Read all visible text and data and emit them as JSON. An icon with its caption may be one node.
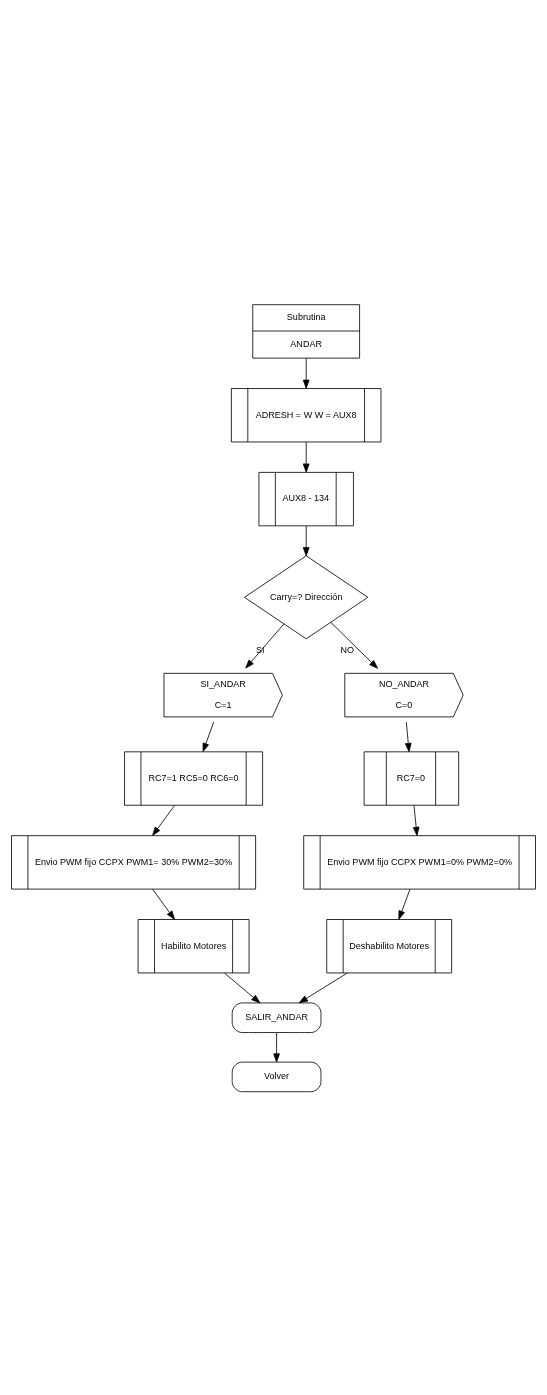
{
  "diagram": {
    "nodes": [
      {
        "text": [
          "Subrutina",
          "ANDAR"
        ]
      },
      {
        "text": [
          "ADRESH = W W = AUX8"
        ]
      },
      {
        "text": [
          "AUX8 - 134"
        ]
      },
      {
        "text": [
          "Carry=? Dirección"
        ]
      },
      {
        "text": [
          "SI_ANDAR",
          "C=1"
        ]
      },
      {
        "text": [
          "NO_ANDAR",
          "C=0"
        ]
      },
      {
        "text": [
          "RC7=1 RC5=0 RC6=0"
        ]
      },
      {
        "text": [
          "RC7=0"
        ]
      },
      {
        "text": [
          "Envio PWM fijo CCPX PWM1= 30% PWM2=30%"
        ]
      },
      {
        "text": [
          "Envio PWM fijo CCPX PWM1=0% PWM2=0%"
        ]
      },
      {
        "text": [
          "Habilito Motores"
        ]
      },
      {
        "text": [
          "Deshabilito Motores"
        ]
      },
      {
        "text": [
          "SALIR_ANDAR"
        ]
      },
      {
        "text": [
          "Volver"
        ]
      }
    ],
    "edges": [
      {
        "from": 0,
        "to": 1,
        "arrow": "to"
      },
      {
        "from": 1,
        "to": 2,
        "arrow": "to"
      },
      {
        "from": 2,
        "to": 3,
        "arrow": "to"
      },
      {
        "from": 3,
        "to": 4,
        "arrow": "to",
        "label": "SI"
      },
      {
        "from": 3,
        "to": 5,
        "arrow": "to",
        "label": "NO"
      },
      {
        "from": 4,
        "to": 6,
        "arrow": "to"
      },
      {
        "from": 5,
        "to": 7,
        "arrow": "to"
      },
      {
        "from": 6,
        "to": 8,
        "arrow": "to"
      },
      {
        "from": 7,
        "to": 9,
        "arrow": "to"
      },
      {
        "from": 8,
        "to": 10,
        "arrow": "to"
      },
      {
        "from": 9,
        "to": 11,
        "arrow": "to"
      },
      {
        "from": 10,
        "to": 12,
        "arrow": "to"
      },
      {
        "from": 11,
        "to": 12,
        "arrow": "to"
      },
      {
        "from": 12,
        "to": 13,
        "arrow": "to"
      }
    ]
  }
}
